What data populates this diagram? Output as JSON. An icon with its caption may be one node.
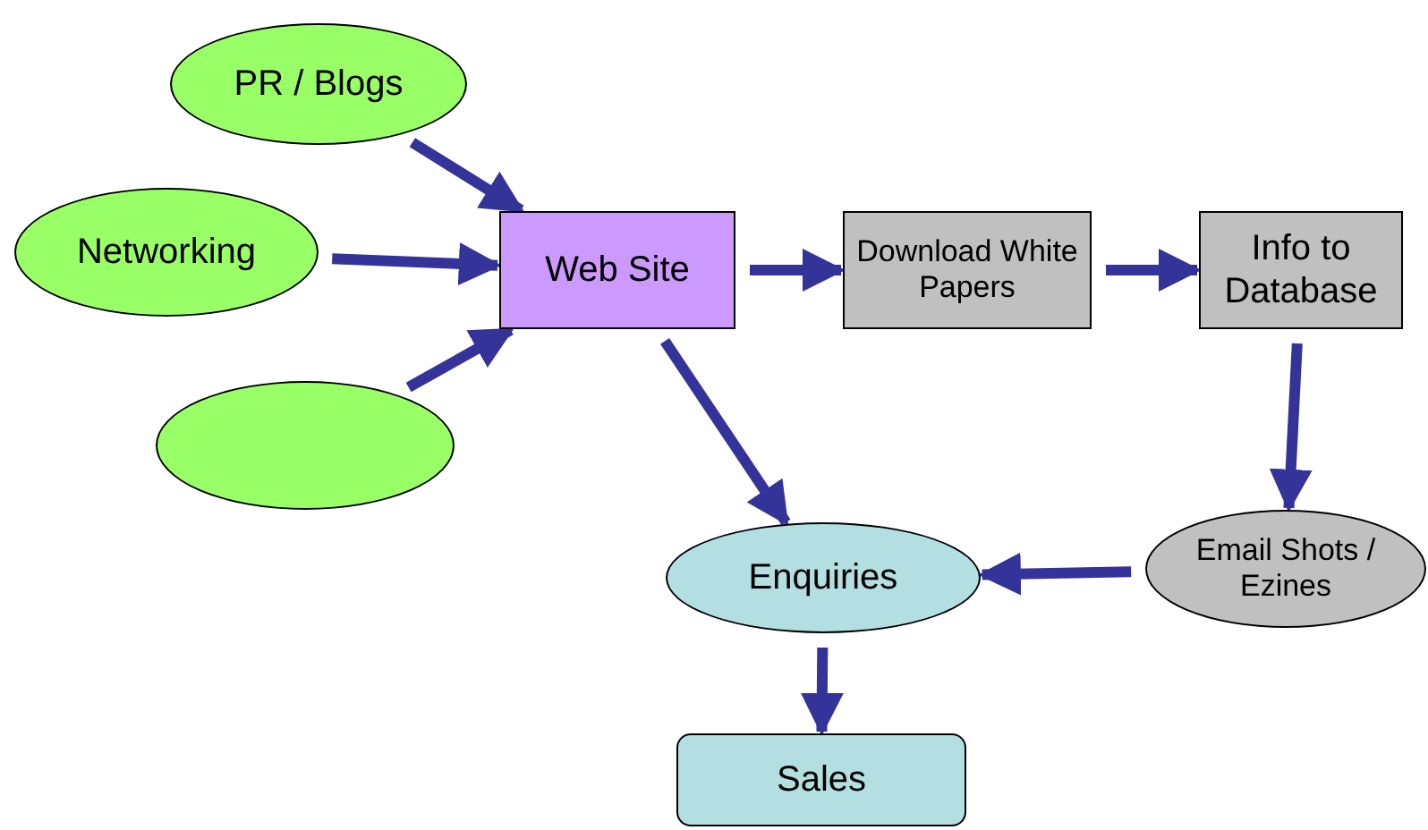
{
  "diagram": {
    "nodes": [
      {
        "text": [
          "PR / Blogs"
        ]
      },
      {
        "text": [
          "Networking"
        ]
      },
      {
        "text": [],
        "shape": "ellipse"
      },
      {
        "text": [
          "Web Site"
        ]
      },
      {
        "text": [
          "Download White Papers"
        ]
      },
      {
        "text": [
          "Info to Database"
        ]
      },
      {
        "text": [
          "Email Shots / Ezines"
        ]
      },
      {
        "text": [
          "Enquiries"
        ]
      },
      {
        "text": [
          "Sales"
        ]
      }
    ],
    "edges": [
      {
        "from": 0,
        "to": 3,
        "arrow": "to"
      },
      {
        "from": 1,
        "to": 3,
        "arrow": "to"
      },
      {
        "from": 2,
        "to": 3,
        "arrow": "to"
      },
      {
        "from": 3,
        "to": 4,
        "arrow": "to"
      },
      {
        "from": 4,
        "to": 5,
        "arrow": "to"
      },
      {
        "from": 5,
        "to": 6,
        "arrow": "to"
      },
      {
        "from": 3,
        "to": 7,
        "arrow": "to"
      },
      {
        "from": 6,
        "to": 7,
        "arrow": "to"
      },
      {
        "from": 7,
        "to": 8,
        "arrow": "to"
      }
    ]
  }
}
